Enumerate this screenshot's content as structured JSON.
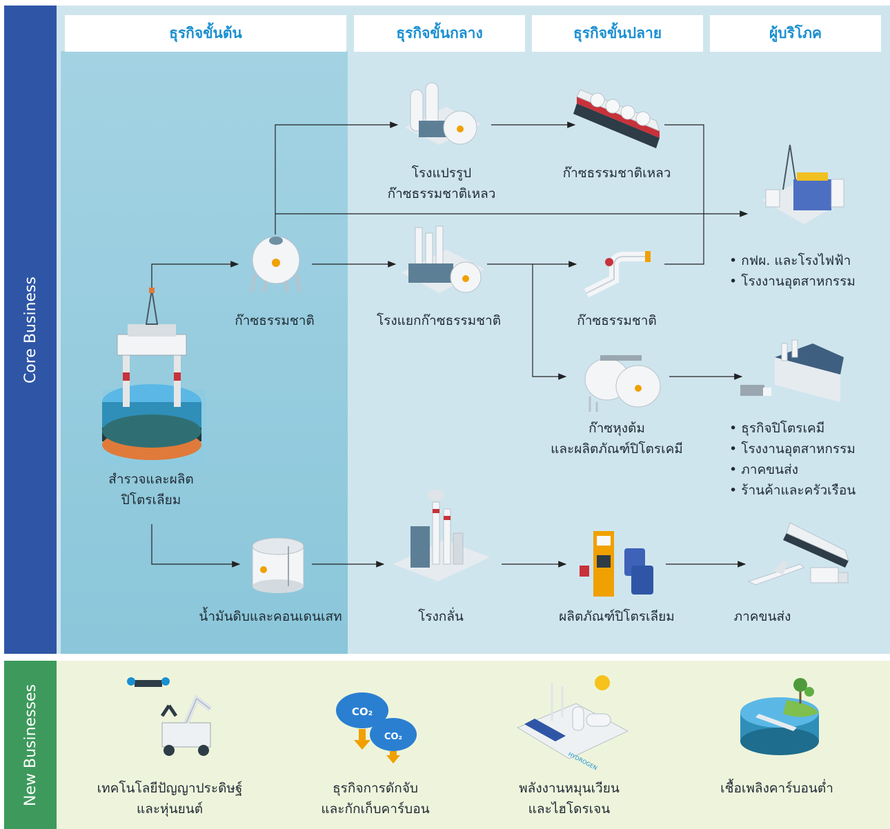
{
  "side": {
    "core": "Core Business",
    "new": "New Businesses"
  },
  "headers": {
    "upstream": "ธุรกิจขั้นต้น",
    "midstream": "ธุรกิจขั้นกลาง",
    "downstream": "ธุรกิจขั้นปลาย",
    "consumer": "ผู้บริโภค"
  },
  "nodes": {
    "exploration": [
      "สำรวจและผลิต",
      "ปิโตรเลียม"
    ],
    "natural_gas_up": "ก๊าซธรรมชาติ",
    "crude": "น้ำมันดิบและคอนเดนเสท",
    "lng_plant": [
      "โรงแปรรูป",
      "ก๊าซธรรมชาติเหลว"
    ],
    "gas_separation": "โรงแยกก๊าซธรรมชาติ",
    "refinery": "โรงกลั่น",
    "lng": "ก๊าซธรรมชาติเหลว",
    "natural_gas_down": "ก๊าซธรรมชาติ",
    "lpg": [
      "ก๊าซหุงต้ม",
      "และผลิตภัณฑ์ปิโตรเคมี"
    ],
    "petroleum_products": "ผลิตภัณฑ์ปิโตรเลียม",
    "transport": "ภาคขนส่ง"
  },
  "consumers": {
    "power": [
      "กฟผ. และโรงไฟฟ้า",
      "โรงงานอุตสาหกรรม"
    ],
    "petrochem": [
      "ธุรกิจปิโตรเคมี",
      "โรงงานอุตสาหกรรม",
      "ภาคขนส่ง",
      "ร้านค้าและครัวเรือน"
    ]
  },
  "new_businesses": [
    [
      "เทคโนโลยีปัญญาประดิษฐ์",
      "และหุ่นยนต์"
    ],
    [
      "ธุรกิจการดักจับ",
      "และกักเก็บคาร์บอน"
    ],
    [
      "พลังงานหมุนเวียน",
      "และไฮโดรเจน"
    ],
    [
      "เชื้อเพลิงคาร์บอนต่ำ"
    ]
  ],
  "icon_text": {
    "co2": "CO₂",
    "hydrogen": "HYDROGEN"
  },
  "colors": {
    "core_band": "#2f56a6",
    "new_band": "#3e9a5c",
    "header_text": "#1a8fd1",
    "core_bg": "#cfe5ee",
    "new_bg": "#eef4dc"
  }
}
